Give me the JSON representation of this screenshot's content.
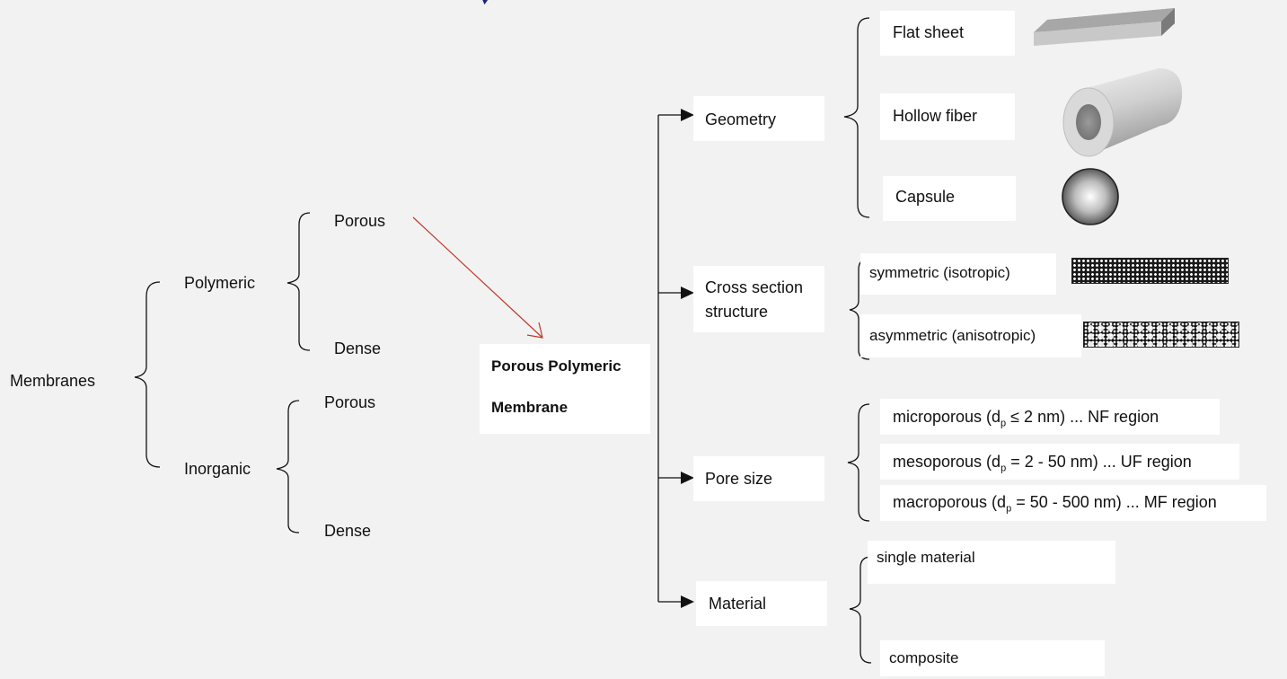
{
  "membranes": "Membranes",
  "polymeric": "Polymeric",
  "inorganic": "Inorganic",
  "poly_porous": "Porous",
  "poly_dense": "Dense",
  "inorg_porous": "Porous",
  "inorg_dense": "Dense",
  "focus": {
    "line1": "Porous Polymeric",
    "line2": "Membrane"
  },
  "categories": {
    "geometry": "Geometry",
    "cross_section_1": "Cross section",
    "cross_section_2": "structure",
    "pore_size": "Pore size",
    "material": "Material"
  },
  "geometry_items": {
    "flat": "Flat sheet",
    "hollow": "Hollow fiber",
    "capsule": "Capsule"
  },
  "structure_items": {
    "sym": "symmetric (isotropic)",
    "asym": "asymmetric (anisotropic)"
  },
  "pore_items": {
    "micro_a": "microporous (d",
    "micro_sub": "p",
    "micro_b": " ≤ 2 nm) ... NF region",
    "meso_a": "mesoporous (d",
    "meso_sub": "p",
    "meso_b": " = 2 - 50 nm) ... UF region",
    "macro_a": "macroporous (d",
    "macro_sub": "p",
    "macro_b": " = 50 - 500 nm) ... MF region"
  },
  "material_items": {
    "single": "single material",
    "composite": "composite"
  },
  "colors": {
    "arrow_red": "#c0392b",
    "title_partial": "#1a237e"
  }
}
